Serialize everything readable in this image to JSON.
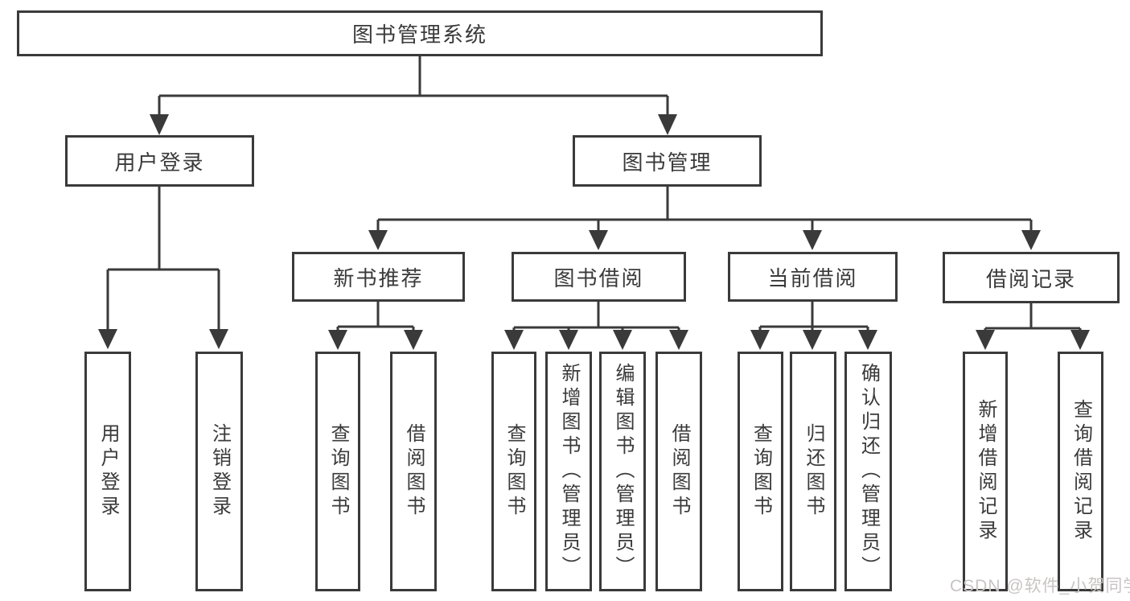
{
  "colors": {
    "line": "#3a3a3a",
    "text": "#3a3a3a",
    "box_background": "#ffffff",
    "page_background": "#ffffff",
    "watermark": "#c9c4c4"
  },
  "nodes": {
    "root": "图书管理系统",
    "user_login": "用户登录",
    "book_mgmt": "图书管理",
    "new_books": "新书推荐",
    "book_borrow": "图书借阅",
    "current_borrow": "当前借阅",
    "borrow_records": "借阅记录",
    "user_login_leaf": "用户登录",
    "logout_leaf": "注销登录",
    "nb_query_books": "查询图书",
    "nb_borrow_books": "借阅图书",
    "bb_query_books": "查询图书",
    "bb_add_books": "新增图书（管理员）",
    "bb_edit_books": "编辑图书（管理员）",
    "bb_borrow_books": "借阅图书",
    "cb_query_books": "查询图书",
    "cb_return_books": "归还图书",
    "cb_confirm_return": "确认归还（管理员）",
    "br_add_record": "新增借阅记录",
    "br_query_record": "查询借阅记录"
  },
  "hierarchy": {
    "图书管理系统": {
      "用户登录": [
        "用户登录",
        "注销登录"
      ],
      "图书管理": {
        "新书推荐": [
          "查询图书",
          "借阅图书"
        ],
        "图书借阅": [
          "查询图书",
          "新增图书（管理员）",
          "编辑图书（管理员）",
          "借阅图书"
        ],
        "当前借阅": [
          "查询图书",
          "归还图书",
          "确认归还（管理员）"
        ],
        "借阅记录": [
          "新增借阅记录",
          "查询借阅记录"
        ]
      }
    }
  },
  "watermark": {
    "text": "CSDN @软件_小贺同学"
  }
}
